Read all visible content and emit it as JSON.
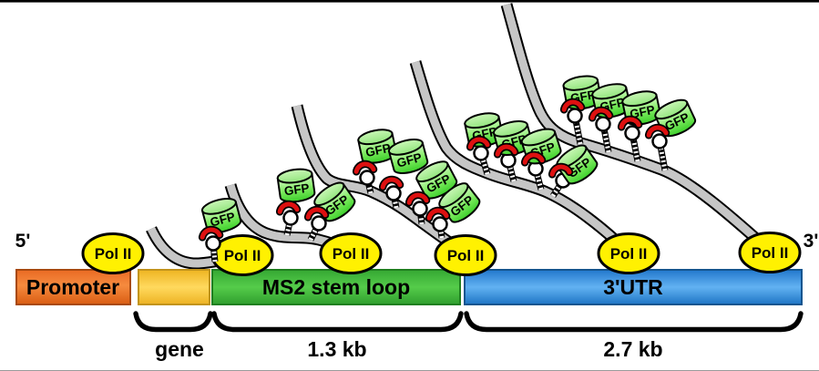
{
  "figure": {
    "five_prime_label": "5'",
    "three_prime_label": "3'",
    "bar": {
      "segments": [
        {
          "id": "promoter",
          "label": "Promoter",
          "color": "#F4731F"
        },
        {
          "id": "gene-box",
          "label": "",
          "color": "#FFD34D"
        },
        {
          "id": "ms2",
          "label": "MS2 stem loop",
          "color": "#3FBF3F"
        },
        {
          "id": "utr",
          "label": "3'UTR",
          "color": "#2E93EC"
        }
      ]
    },
    "braces": [
      {
        "label": "gene"
      },
      {
        "label": "1.3 kb"
      },
      {
        "label": "2.7 kb"
      }
    ],
    "polymerase": {
      "label": "Pol II",
      "count": 6,
      "color": "#FFF101"
    },
    "gfp": {
      "label": "GFP",
      "total": 15,
      "color": "#55DD44"
    },
    "transcripts": [
      {
        "gfp_count": 1
      },
      {
        "gfp_count": 2
      },
      {
        "gfp_count": 4
      },
      {
        "gfp_count": 4
      },
      {
        "gfp_count": 4
      }
    ],
    "colors": {
      "ribbon_gray": "#c6c6c6",
      "crescent_red": "#dd1010",
      "outline_black": "#000000"
    }
  }
}
